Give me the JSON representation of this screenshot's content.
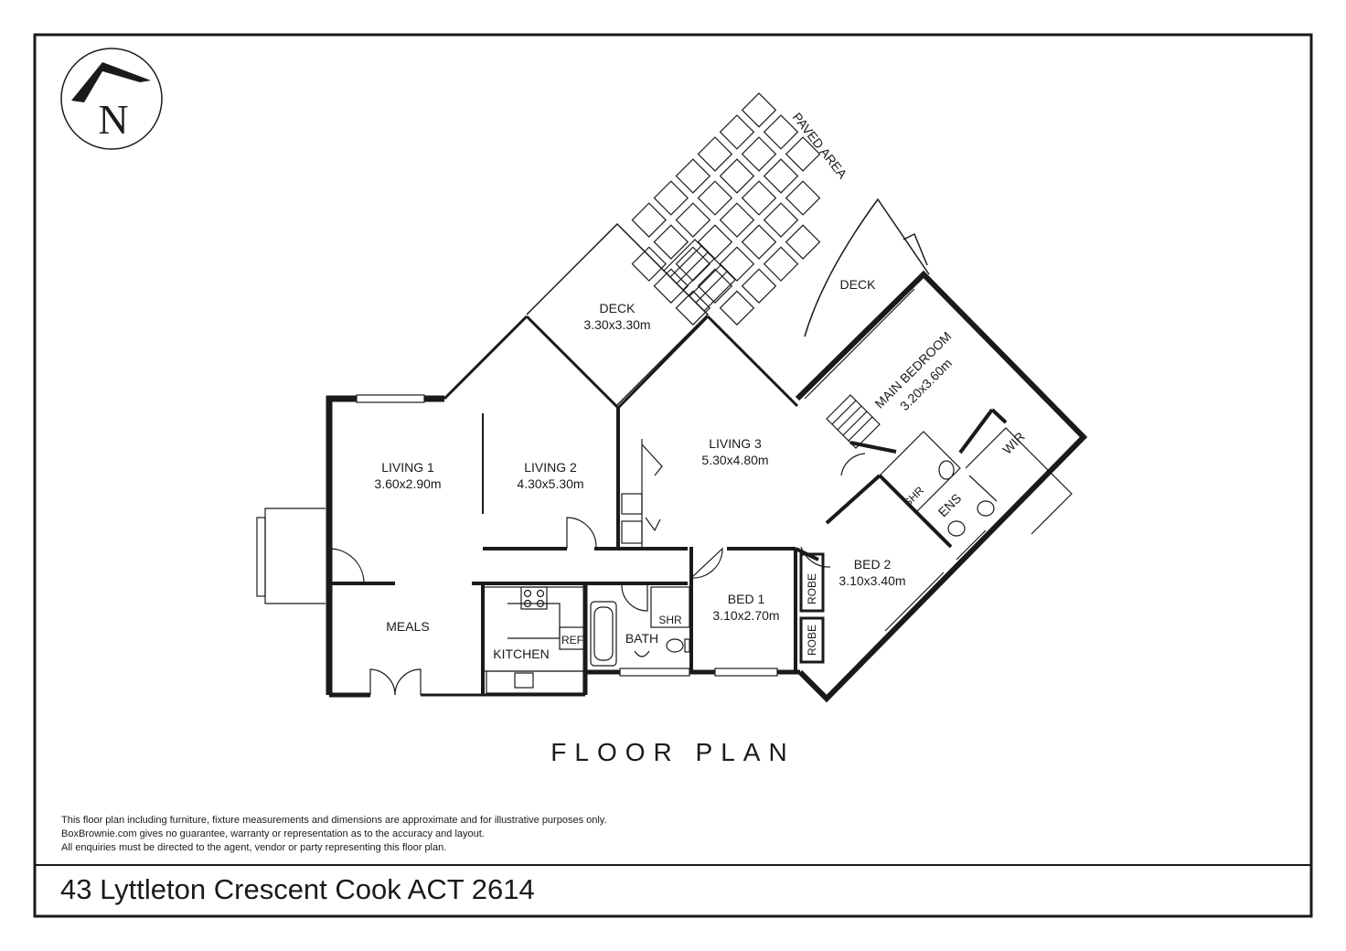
{
  "compass": {
    "letter": "N"
  },
  "rooms": {
    "living1": {
      "name": "LIVING 1",
      "size": "3.60x2.90m"
    },
    "living2": {
      "name": "LIVING 2",
      "size": "4.30x5.30m"
    },
    "deck_main": {
      "name": "DECK",
      "size": "3.30x3.30m"
    },
    "living3": {
      "name": "LIVING 3",
      "size": "5.30x4.80m"
    },
    "deck_rear": {
      "name": "DECK"
    },
    "paved": {
      "name": "PAVED AREA"
    },
    "main_bedroom": {
      "name": "MAIN BEDROOM",
      "size": "3.20x3.60m"
    },
    "wir": {
      "name": "WIR"
    },
    "ens": {
      "name": "ENS"
    },
    "shr_ens": {
      "name": "SHR"
    },
    "bed1": {
      "name": "BED 1",
      "size": "3.10x2.70m"
    },
    "bed2": {
      "name": "BED 2",
      "size": "3.10x3.40m"
    },
    "robe1": {
      "name": "ROBE"
    },
    "robe2": {
      "name": "ROBE"
    },
    "meals": {
      "name": "MEALS"
    },
    "kitchen": {
      "name": "KITCHEN"
    },
    "ref": {
      "name": "REF"
    },
    "bath": {
      "name": "BATH"
    },
    "shr_bath": {
      "name": "SHR"
    }
  },
  "title": "FLOOR PLAN",
  "disclaimer": [
    "This floor plan including furniture, fixture measurements and dimensions are approximate and for illustrative purposes only.",
    "BoxBrownie.com gives no guarantee, warranty or representation as to the accuracy and layout.",
    "All enquiries must be directed to the agent, vendor or party representing this floor plan."
  ],
  "address": "43 Lyttleton Crescent Cook ACT 2614",
  "colors": {
    "ink": "#1a1a1a",
    "paper": "#ffffff"
  }
}
